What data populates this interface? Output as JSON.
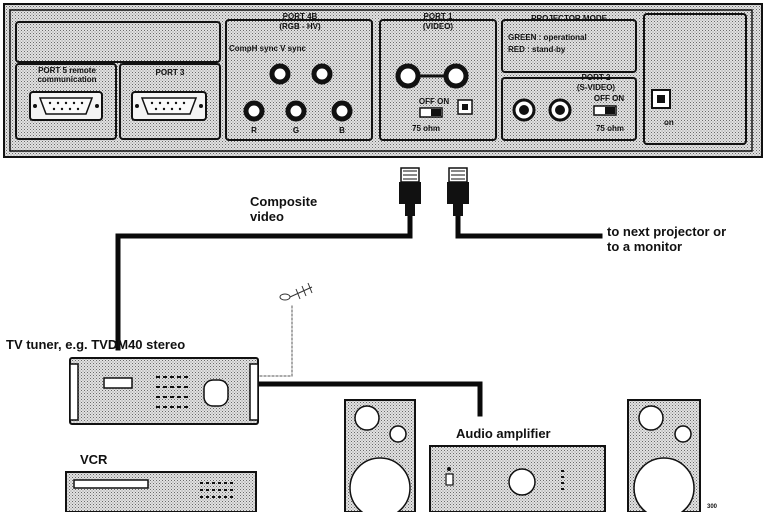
{
  "panel": {
    "port_rgb_title": "PORT 4B",
    "port_rgb_sub": "(RGB - HV)",
    "port_rgb_sync": "CompH sync V sync",
    "rgb_r": "R",
    "rgb_g": "G",
    "rgb_b": "B",
    "port_video_title": "PORT 1",
    "port_video_sub": "(VIDEO)",
    "switch_off_on": "OFF ON",
    "ohm_label": "75 ohm",
    "projector_mode_title": "PROJECTOR MODE",
    "projector_mode_green": "GREEN : operational",
    "projector_mode_red": "RED : stand-by",
    "port2_title": "PORT 2",
    "port2_sub": "(S-VIDEO)",
    "port2_switch": "OFF ON",
    "port2_ohm": "75 ohm",
    "port5_title": "PORT 5 remote",
    "port5_sub": "communication",
    "port3_title": "PORT 3",
    "ir_label": "on"
  },
  "labels": {
    "composite": "Composite\nvideo",
    "next_projector": "to next projector or\nto a monitor",
    "tv_tuner": "TV tuner, e.g. TVDM40 stereo",
    "audio_amp": "Audio amplifier",
    "vcr": "VCR",
    "figure_number": "300"
  },
  "colors": {
    "panel_fill": "#d9d9d9",
    "line": "#111111",
    "cable": "#0a0a0a"
  },
  "icons": [
    "antenna-icon",
    "bnc-connector-icon",
    "speaker-icon",
    "sub-d-connector-icon",
    "s-video-connector-icon"
  ]
}
